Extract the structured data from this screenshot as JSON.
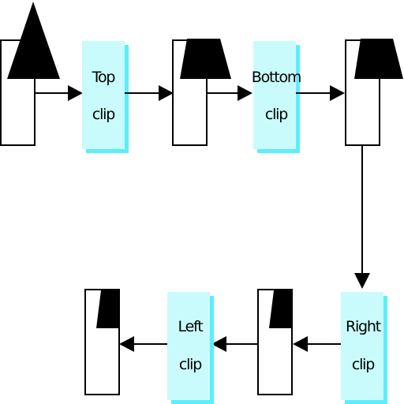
{
  "colors": {
    "box_fill": "#c9fbfc",
    "box_shadow": "#5ceefb",
    "stroke": "#000000",
    "shape_fill": "#000000"
  },
  "stages": [
    {
      "line1": "Top",
      "line2": "clip"
    },
    {
      "line1": "Bottom",
      "line2": "clip"
    },
    {
      "line1": "Right",
      "line2": "clip"
    },
    {
      "line1": "Left",
      "line2": "clip"
    }
  ]
}
